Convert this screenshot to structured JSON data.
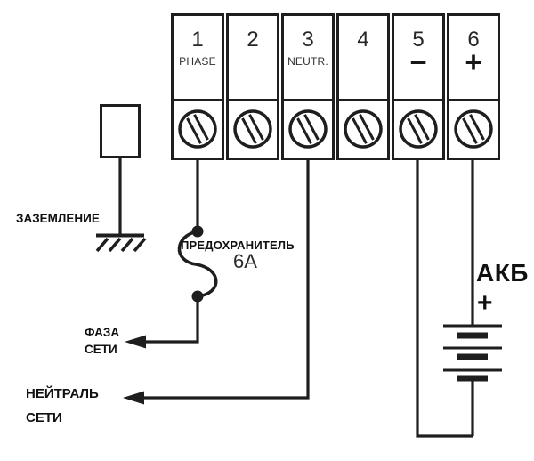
{
  "diagram": {
    "terminal_block": {
      "terminals": [
        {
          "number": "1",
          "label": "PHASE",
          "symbol": ""
        },
        {
          "number": "2",
          "label": "",
          "symbol": ""
        },
        {
          "number": "3",
          "label": "NEUTR.",
          "symbol": ""
        },
        {
          "number": "4",
          "label": "",
          "symbol": ""
        },
        {
          "number": "5",
          "label": "",
          "symbol": "−"
        },
        {
          "number": "6",
          "label": "",
          "symbol": "+"
        }
      ]
    },
    "labels": {
      "grounding": "ЗАЗЕМЛЕНИЕ",
      "fuse": "ПРЕДОХРАНИТЕЛЬ",
      "fuse_rating": "6А",
      "phase_line1": "ФАЗА",
      "phase_line2": "СЕТИ",
      "neutral_line1": "НЕЙТРАЛЬ",
      "neutral_line2": "СЕТИ",
      "battery": "АКБ",
      "battery_polarity": "+"
    },
    "colors": {
      "line": "#1e1e1e",
      "background": "#ffffff"
    }
  }
}
